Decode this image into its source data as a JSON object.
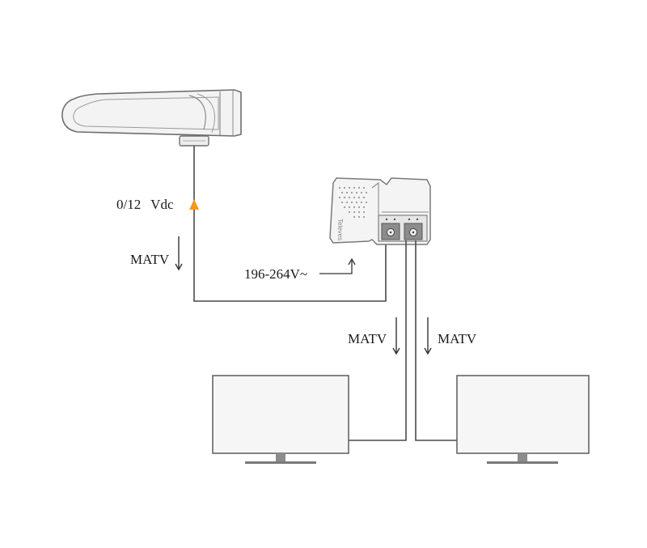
{
  "labels": {
    "vdc": "0/12  Vdc",
    "matv_antenna": "MATV",
    "power": "196-264V~",
    "matv_tv_left": "MATV",
    "matv_tv_right": "MATV",
    "brand": "Televes"
  },
  "colors": {
    "line": "#4a4a4a",
    "device_fill": "#f2f2f2",
    "device_stroke": "#7a7a7a",
    "accent_arrow": "#f39a1e",
    "connector": "#8c8c8c"
  }
}
